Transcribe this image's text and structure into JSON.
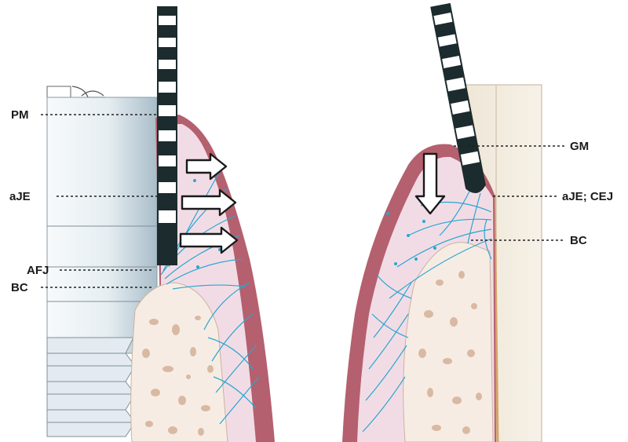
{
  "left_panel": {
    "labels": {
      "pm": "PM",
      "aje": "aJE",
      "afj": "AFJ",
      "bc": "BC"
    }
  },
  "right_panel": {
    "labels": {
      "gm": "GM",
      "aje_cej": "aJE; CEJ",
      "bc": "BC"
    }
  },
  "colors": {
    "gingiva_outer": "#b5606e",
    "connective_tissue": "#f1dce6",
    "fibers": "#2aa6cf",
    "bone": "#f6ece4",
    "bone_pores": "#d9b9a3",
    "implant": "#eef3f6",
    "implant_shadow": "#b9c9d3",
    "tooth": "#f3ece0",
    "probe_dark": "#1c2b2d",
    "probe_light": "#ffffff"
  }
}
